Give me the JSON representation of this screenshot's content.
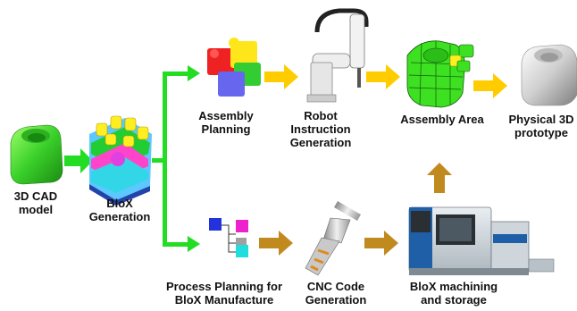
{
  "nodes": {
    "cad_model": "3D CAD\nmodel",
    "blox_generation": "BloX\nGeneration",
    "assembly_planning": "Assembly\nPlanning",
    "robot_instruction": "Robot\nInstruction\nGeneration",
    "assembly_area": "Assembly Area",
    "physical_prototype": "Physical 3D\nprototype",
    "process_planning": "Process Planning for\nBloX Manufacture",
    "cnc_code": "CNC Code\nGeneration",
    "blox_machining": "BloX machining\nand storage"
  },
  "colors": {
    "green_arrow": "#22dd22",
    "yellow_arrow": "#ffcc00",
    "brown_arrow": "#c08a1e"
  }
}
